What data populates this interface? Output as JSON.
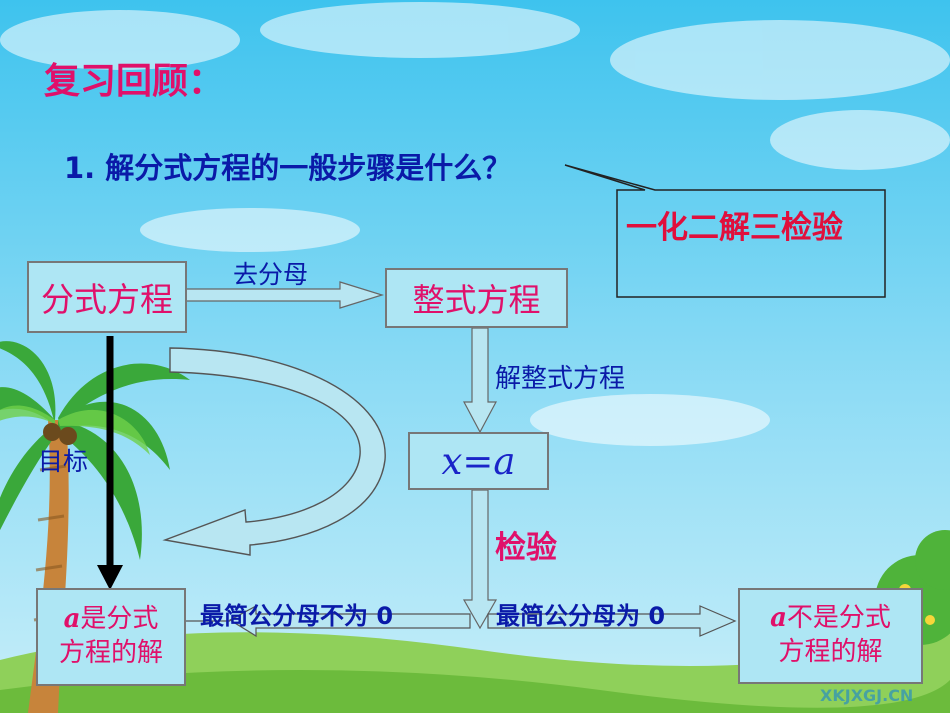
{
  "slide": {
    "title": "复习回顾：",
    "question": "1. 解分式方程的一般步骤是什么？",
    "callout": "一化二解三检验"
  },
  "flow": {
    "box_fractional": "分式方程",
    "box_integral": "整式方程",
    "box_solution_var": "x",
    "box_solution_eq": "=",
    "box_solution_val": "a",
    "box_is_solution_a": "a",
    "box_is_solution_text": "是分式",
    "box_is_solution_line2": "方程的解",
    "box_not_solution_a": "a",
    "box_not_solution_text": "不是分式",
    "box_not_solution_line2": "方程的解",
    "label_remove_denominator": "去分母",
    "label_solve_integral": "解整式方程",
    "label_goal": "目标",
    "label_check": "检验",
    "label_lcd_nonzero": "最简公分母不为 0",
    "label_lcd_zero": "最简公分母为 0"
  },
  "watermark": "XKJXGJ.CN",
  "colors": {
    "pink": "#e0106a",
    "blue": "#0a1aa8",
    "box_fill": "#aee6f4"
  }
}
